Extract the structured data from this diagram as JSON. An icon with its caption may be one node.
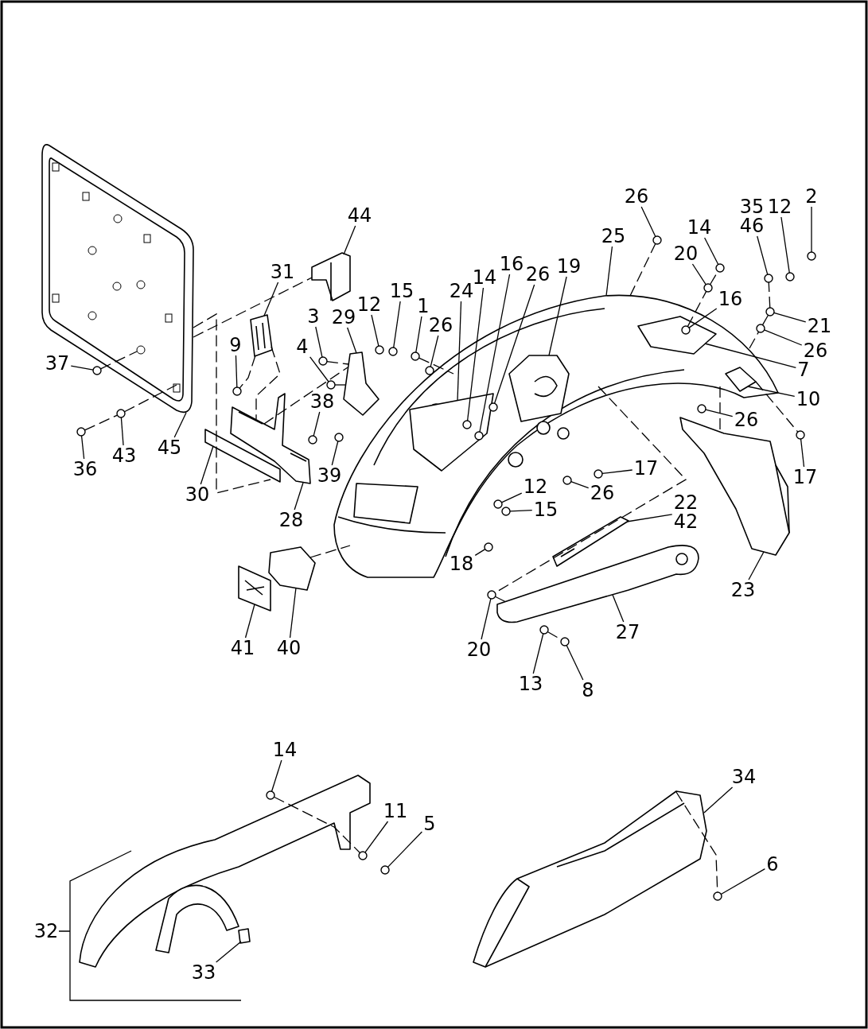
{
  "diagram": {
    "nodes": [
      {
        "text": [
          "26"
        ]
      },
      {
        "text": [
          "35",
          "46"
        ]
      },
      {
        "text": [
          "12"
        ]
      },
      {
        "text": [
          "2"
        ]
      },
      {
        "text": [
          "44"
        ]
      },
      {
        "text": [
          "14"
        ]
      },
      {
        "text": [
          "25"
        ]
      },
      {
        "text": [
          "20"
        ]
      },
      {
        "text": [
          "31"
        ]
      },
      {
        "text": [
          "16"
        ]
      },
      {
        "text": [
          "26"
        ]
      },
      {
        "text": [
          "19"
        ]
      },
      {
        "text": [
          "14"
        ]
      },
      {
        "text": [
          "24"
        ]
      },
      {
        "text": [
          "16"
        ]
      },
      {
        "text": [
          "15"
        ]
      },
      {
        "text": [
          "1"
        ]
      },
      {
        "text": [
          "12"
        ]
      },
      {
        "text": [
          "29"
        ]
      },
      {
        "text": [
          "3"
        ]
      },
      {
        "text": [
          "26"
        ]
      },
      {
        "text": [
          "21"
        ]
      },
      {
        "text": [
          "4"
        ]
      },
      {
        "text": [
          "26"
        ]
      },
      {
        "text": [
          "9"
        ]
      },
      {
        "text": [
          "7"
        ]
      },
      {
        "text": [
          "37"
        ]
      },
      {
        "text": [
          "10"
        ]
      },
      {
        "text": [
          "38"
        ]
      },
      {
        "text": [
          "26"
        ]
      },
      {
        "text": [
          "43"
        ]
      },
      {
        "text": [
          "45"
        ]
      },
      {
        "text": [
          "36"
        ]
      },
      {
        "text": [
          "39"
        ]
      },
      {
        "text": [
          "17"
        ]
      },
      {
        "text": [
          "17"
        ]
      },
      {
        "text": [
          "26"
        ]
      },
      {
        "text": [
          "30"
        ]
      },
      {
        "text": [
          "12"
        ]
      },
      {
        "text": [
          "22",
          "42"
        ]
      },
      {
        "text": [
          "15"
        ]
      },
      {
        "text": [
          "28"
        ]
      },
      {
        "text": [
          "18"
        ]
      },
      {
        "text": [
          "23"
        ]
      },
      {
        "text": [
          "41"
        ]
      },
      {
        "text": [
          "40"
        ]
      },
      {
        "text": [
          "27"
        ]
      },
      {
        "text": [
          "20"
        ]
      },
      {
        "text": [
          "13"
        ]
      },
      {
        "text": [
          "8"
        ]
      },
      {
        "text": [
          "14"
        ]
      },
      {
        "text": [
          "34"
        ]
      },
      {
        "text": [
          "11"
        ]
      },
      {
        "text": [
          "5"
        ]
      },
      {
        "text": [
          "6"
        ]
      },
      {
        "text": [
          "33"
        ]
      },
      {
        "text": [],
        "shape": "picture"
      },
      {
        "text": [],
        "shape": "picture"
      },
      {
        "text": [],
        "shape": "picture"
      },
      {
        "text": [],
        "shape": "picture"
      },
      {
        "text": [],
        "shape": "box"
      },
      {
        "text": [],
        "shape": "picture"
      },
      {
        "text": [],
        "shape": "picture"
      },
      {
        "text": [],
        "shape": "picture",
        "in": 62
      },
      {
        "text": [],
        "shape": "picture",
        "in": 62
      },
      {
        "text": [],
        "shape": "picture",
        "in": 62
      },
      {
        "text": [],
        "shape": "picture",
        "in": 62
      },
      {
        "text": [],
        "shape": "picture"
      },
      {
        "text": [],
        "shape": "picture"
      },
      {
        "text": [],
        "shape": "picture"
      },
      {
        "text": [],
        "shape": "picture"
      },
      {
        "text": [],
        "shape": "picture"
      },
      {
        "text": [],
        "shape": "box"
      },
      {
        "text": [],
        "shape": "picture"
      },
      {
        "text": [],
        "shape": "circle"
      },
      {
        "text": [],
        "shape": "circle"
      },
      {
        "text": [],
        "shape": "circle"
      },
      {
        "text": [],
        "shape": "circle"
      },
      {
        "text": [],
        "shape": "circle"
      },
      {
        "text": [],
        "shape": "circle"
      },
      {
        "text": [],
        "shape": "circle",
        "in": 65
      },
      {
        "text": [],
        "shape": "circle"
      },
      {
        "text": [],
        "shape": "circle",
        "in": 63
      },
      {
        "text": [],
        "shape": "circle",
        "in": 62
      },
      {
        "text": [],
        "shape": "circle",
        "in": 63
      },
      {
        "text": [],
        "shape": "circle"
      },
      {
        "text": [],
        "shape": "circle"
      },
      {
        "text": [],
        "shape": "circle"
      },
      {
        "text": [],
        "shape": "circle"
      },
      {
        "text": [],
        "shape": "circle"
      },
      {
        "text": [],
        "shape": "circle"
      },
      {
        "text": [],
        "shape": "circle"
      },
      {
        "text": [],
        "shape": "circle"
      },
      {
        "text": [],
        "shape": "circle"
      },
      {
        "text": [],
        "shape": "circle"
      },
      {
        "text": [],
        "shape": "circle"
      },
      {
        "text": [],
        "shape": "circle"
      },
      {
        "text": [],
        "shape": "circle"
      },
      {
        "text": [],
        "shape": "circle"
      },
      {
        "text": [],
        "shape": "circle"
      },
      {
        "text": [],
        "shape": "circle"
      },
      {
        "text": [],
        "shape": "circle"
      },
      {
        "text": [],
        "shape": "circle"
      },
      {
        "text": [],
        "shape": "circle"
      },
      {
        "text": [],
        "shape": "circle"
      },
      {
        "text": [],
        "shape": "circle"
      },
      {
        "text": [],
        "shape": "circle"
      },
      {
        "text": [],
        "shape": "circle"
      },
      {
        "text": [],
        "shape": "circle"
      },
      {
        "text": [],
        "shape": "circle"
      },
      {
        "text": [],
        "shape": "circle"
      },
      {
        "text": [],
        "shape": "circle"
      }
    ],
    "edges": [
      {
        "from": 0,
        "to": 74,
        "arrow": "none"
      },
      {
        "from": 1,
        "to": 75,
        "arrow": "none"
      },
      {
        "from": 2,
        "to": 76,
        "arrow": "none"
      },
      {
        "from": 3,
        "to": 77,
        "arrow": "none"
      },
      {
        "from": 4,
        "to": 57,
        "arrow": "none"
      },
      {
        "from": 5,
        "to": 78,
        "arrow": "none"
      },
      {
        "from": 6,
        "to": 62,
        "arrow": "none"
      },
      {
        "from": 7,
        "to": 79,
        "arrow": "none"
      },
      {
        "from": 8,
        "to": 58,
        "arrow": "none"
      },
      {
        "from": 9,
        "to": 82,
        "arrow": "none"
      },
      {
        "from": 10,
        "to": 83,
        "arrow": "none"
      },
      {
        "from": 11,
        "to": 64,
        "arrow": "none"
      },
      {
        "from": 12,
        "to": 84,
        "arrow": "none"
      },
      {
        "from": 13,
        "to": 63,
        "arrow": "none"
      },
      {
        "from": 14,
        "to": 80,
        "arrow": "none"
      },
      {
        "from": 15,
        "to": 85,
        "arrow": "none"
      },
      {
        "from": 16,
        "to": 86,
        "arrow": "none"
      },
      {
        "from": 17,
        "to": 87,
        "arrow": "none"
      },
      {
        "from": 18,
        "to": 61,
        "arrow": "none"
      },
      {
        "from": 19,
        "to": 88,
        "arrow": "none"
      },
      {
        "from": 20,
        "to": 89,
        "arrow": "none"
      },
      {
        "from": 21,
        "to": 90,
        "arrow": "none"
      },
      {
        "from": 22,
        "to": 91,
        "arrow": "none"
      },
      {
        "from": 23,
        "to": 92,
        "arrow": "none"
      },
      {
        "from": 24,
        "to": 81,
        "arrow": "none"
      },
      {
        "from": 25,
        "to": 65,
        "arrow": "none"
      },
      {
        "from": 26,
        "to": 93,
        "arrow": "none"
      },
      {
        "from": 27,
        "to": 66,
        "arrow": "none"
      },
      {
        "from": 28,
        "to": 94,
        "arrow": "none"
      },
      {
        "from": 29,
        "to": 95,
        "arrow": "none"
      },
      {
        "from": 30,
        "to": 96,
        "arrow": "none"
      },
      {
        "from": 31,
        "to": 56,
        "arrow": "none"
      },
      {
        "from": 32,
        "to": 97,
        "arrow": "none"
      },
      {
        "from": 33,
        "to": 98,
        "arrow": "none"
      },
      {
        "from": 34,
        "to": 99,
        "arrow": "none"
      },
      {
        "from": 35,
        "to": 100,
        "arrow": "none"
      },
      {
        "from": 36,
        "to": 101,
        "arrow": "none"
      },
      {
        "from": 37,
        "to": 60,
        "arrow": "none"
      },
      {
        "from": 38,
        "to": 102,
        "arrow": "none"
      },
      {
        "from": 39,
        "to": 69,
        "arrow": "none"
      },
      {
        "from": 40,
        "to": 103,
        "arrow": "none"
      },
      {
        "from": 41,
        "to": 59,
        "arrow": "none"
      },
      {
        "from": 42,
        "to": 104,
        "arrow": "none"
      },
      {
        "from": 43,
        "to": 67,
        "arrow": "none"
      },
      {
        "from": 44,
        "to": 71,
        "arrow": "none"
      },
      {
        "from": 45,
        "to": 70,
        "arrow": "none"
      },
      {
        "from": 46,
        "to": 68,
        "arrow": "none"
      },
      {
        "from": 47,
        "to": 105,
        "arrow": "none"
      },
      {
        "from": 48,
        "to": 106,
        "arrow": "none"
      },
      {
        "from": 49,
        "to": 107,
        "arrow": "none"
      },
      {
        "from": 50,
        "to": 108,
        "arrow": "none"
      },
      {
        "from": 51,
        "to": 73,
        "arrow": "none"
      },
      {
        "from": 52,
        "to": 109,
        "arrow": "none"
      },
      {
        "from": 53,
        "to": 110,
        "arrow": "none"
      },
      {
        "from": 54,
        "to": 111,
        "arrow": "none"
      },
      {
        "from": 55,
        "to": 72,
        "arrow": "none"
      },
      {
        "from": 56,
        "to": 57,
        "arrow": "none",
        "style": "dashed"
      },
      {
        "from": 56,
        "to": 60,
        "arrow": "none",
        "style": "dashed"
      },
      {
        "from": 97,
        "to": 96,
        "arrow": "none",
        "style": "dashed"
      },
      {
        "from": 96,
        "to": 56,
        "arrow": "none",
        "style": "dashed"
      },
      {
        "from": 93,
        "to": 56,
        "arrow": "none",
        "style": "dashed"
      },
      {
        "from": 58,
        "to": 81,
        "arrow": "none",
        "style": "dashed"
      },
      {
        "from": 58,
        "to": 59,
        "arrow": "none",
        "style": "dashed"
      },
      {
        "from": 59,
        "to": 61,
        "arrow": "none",
        "style": "dashed"
      },
      {
        "from": 88,
        "to": 61,
        "arrow": "none",
        "style": "dashed"
      },
      {
        "from": 91,
        "to": 61,
        "arrow": "none",
        "style": "dashed"
      },
      {
        "from": 86,
        "to": 62,
        "arrow": "none",
        "style": "dashed"
      },
      {
        "from": 62,
        "to": 105,
        "arrow": "none",
        "style": "dashed"
      },
      {
        "from": 105,
        "to": 68,
        "arrow": "none",
        "style": "dashed"
      },
      {
        "from": 106,
        "to": 107,
        "arrow": "none",
        "style": "dashed"
      },
      {
        "from": 62,
        "to": 74,
        "arrow": "none",
        "style": "dashed"
      },
      {
        "from": 80,
        "to": 79,
        "arrow": "none",
        "style": "dashed"
      },
      {
        "from": 79,
        "to": 78,
        "arrow": "none",
        "style": "dashed"
      },
      {
        "from": 62,
        "to": 92,
        "arrow": "none",
        "style": "dashed"
      },
      {
        "from": 92,
        "to": 90,
        "arrow": "none",
        "style": "dashed"
      },
      {
        "from": 90,
        "to": 75,
        "arrow": "none",
        "style": "dashed"
      },
      {
        "from": 62,
        "to": 67,
        "arrow": "none",
        "style": "dashed"
      },
      {
        "from": 70,
        "to": 62,
        "arrow": "none",
        "style": "dashed"
      },
      {
        "from": 108,
        "to": 109,
        "arrow": "none",
        "style": "dashed"
      },
      {
        "from": 73,
        "to": 111,
        "arrow": "none",
        "style": "dashed"
      },
      {
        "from": 66,
        "to": 100,
        "arrow": "none",
        "style": "dashed"
      }
    ],
    "labels": [
      "32"
    ]
  }
}
